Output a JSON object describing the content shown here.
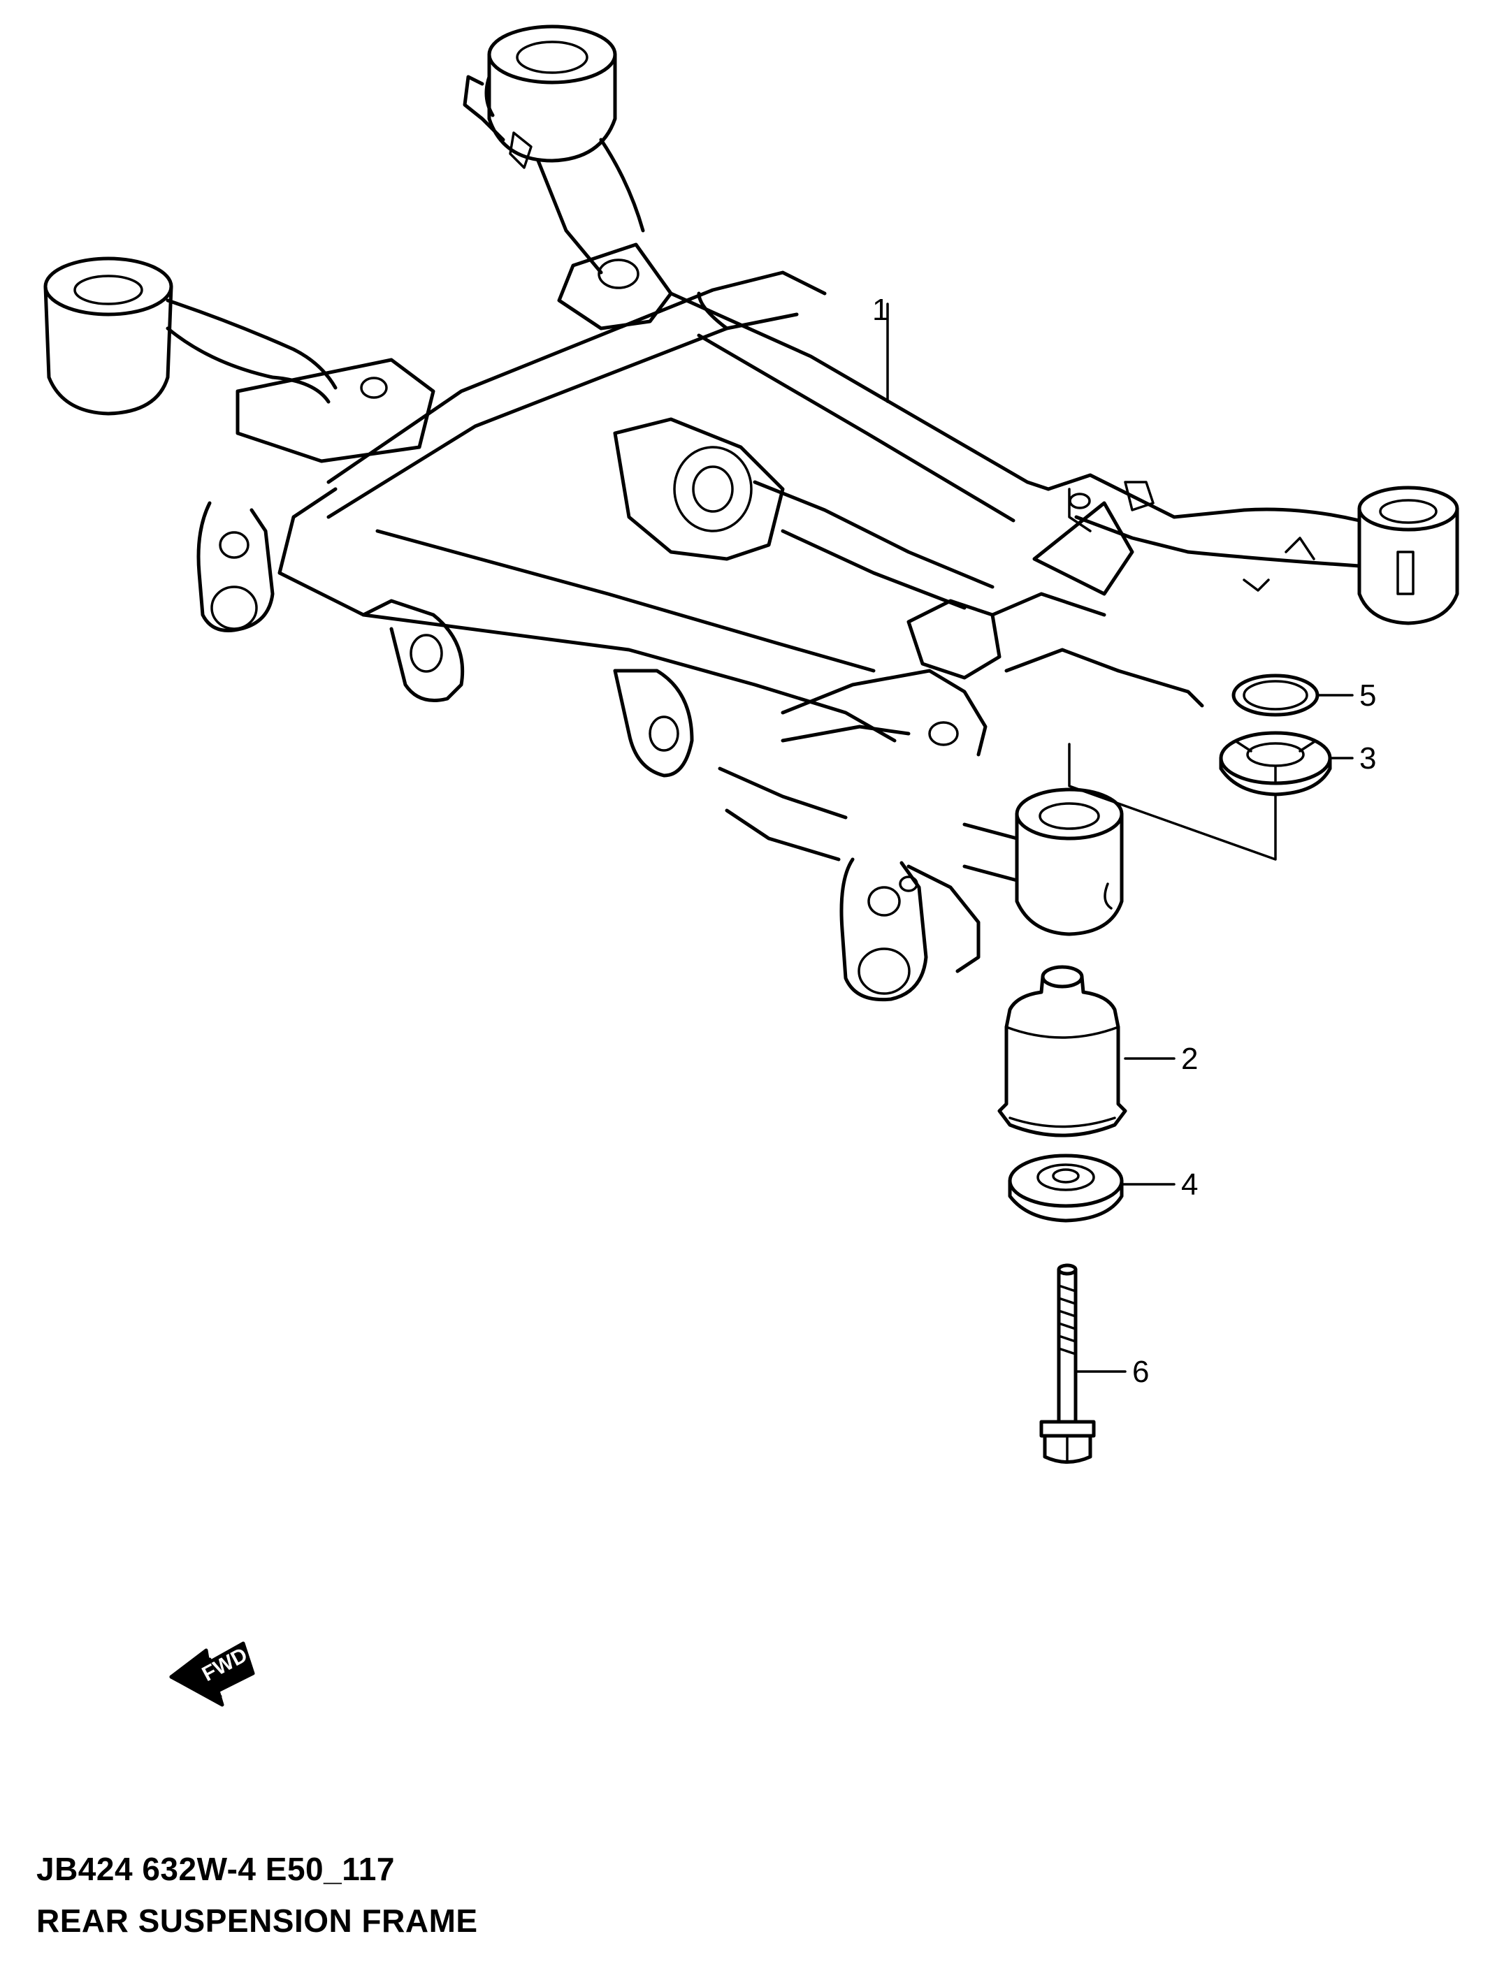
{
  "diagram": {
    "code": "JB424 632W-4 E50_117",
    "title": "REAR SUSPENSION FRAME",
    "direction_label": "FWD",
    "callouts": [
      {
        "number": "1",
        "part": "frame"
      },
      {
        "number": "2",
        "part": "upper-mount-bushing"
      },
      {
        "number": "3",
        "part": "stopper-washer"
      },
      {
        "number": "4",
        "part": "lower-mount-washer"
      },
      {
        "number": "5",
        "part": "retaining-ring"
      },
      {
        "number": "6",
        "part": "mounting-bolt"
      }
    ]
  }
}
